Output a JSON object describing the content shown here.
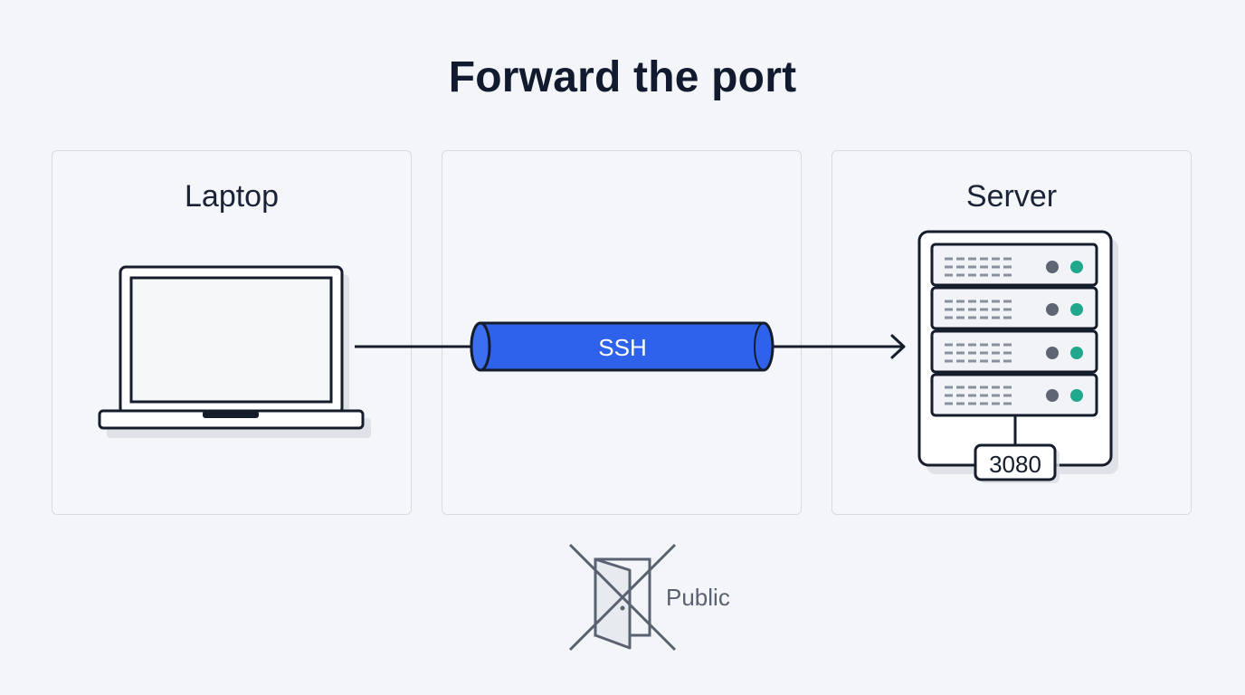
{
  "title": "Forward the port",
  "panels": {
    "laptop": {
      "label": "Laptop"
    },
    "tunnel": {
      "label": ""
    },
    "server": {
      "label": "Server",
      "port": "3080"
    }
  },
  "tunnel": {
    "label": "SSH"
  },
  "public": {
    "label": "Public"
  },
  "colors": {
    "background": "#f3f5f8",
    "outline": "#151c2b",
    "tunnel_fill": "#2f62ea",
    "status_gray": "#5e6675",
    "status_green": "#1fa88c",
    "public_gray": "#5a6272"
  },
  "icons": {
    "laptop": "laptop-icon",
    "server": "server-rack-icon",
    "tunnel": "ssh-tunnel-pipe",
    "blocked_door": "blocked-door-icon"
  }
}
